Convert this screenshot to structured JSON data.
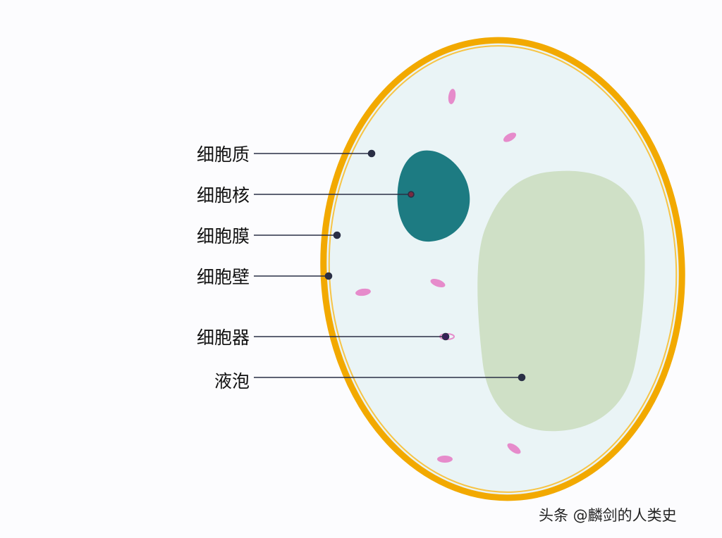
{
  "labels": [
    {
      "text": "细胞质",
      "target": "cytoplasm"
    },
    {
      "text": "细胞核",
      "target": "nucleus"
    },
    {
      "text": "细胞膜",
      "target": "cell-membrane"
    },
    {
      "text": "细胞壁",
      "target": "cell-wall"
    },
    {
      "text": "细胞器",
      "target": "organelle"
    },
    {
      "text": "液泡",
      "target": "vacuole"
    }
  ],
  "watermark": "头条 @麟剑的人类史",
  "colors": {
    "cell_wall": "#f2a900",
    "cytoplasm": "#eaf4f6",
    "nucleus": "#1d7b82",
    "vacuole": "#cfe0c6",
    "organelle": "#e68bcb",
    "leader_line": "#2a2f45"
  }
}
